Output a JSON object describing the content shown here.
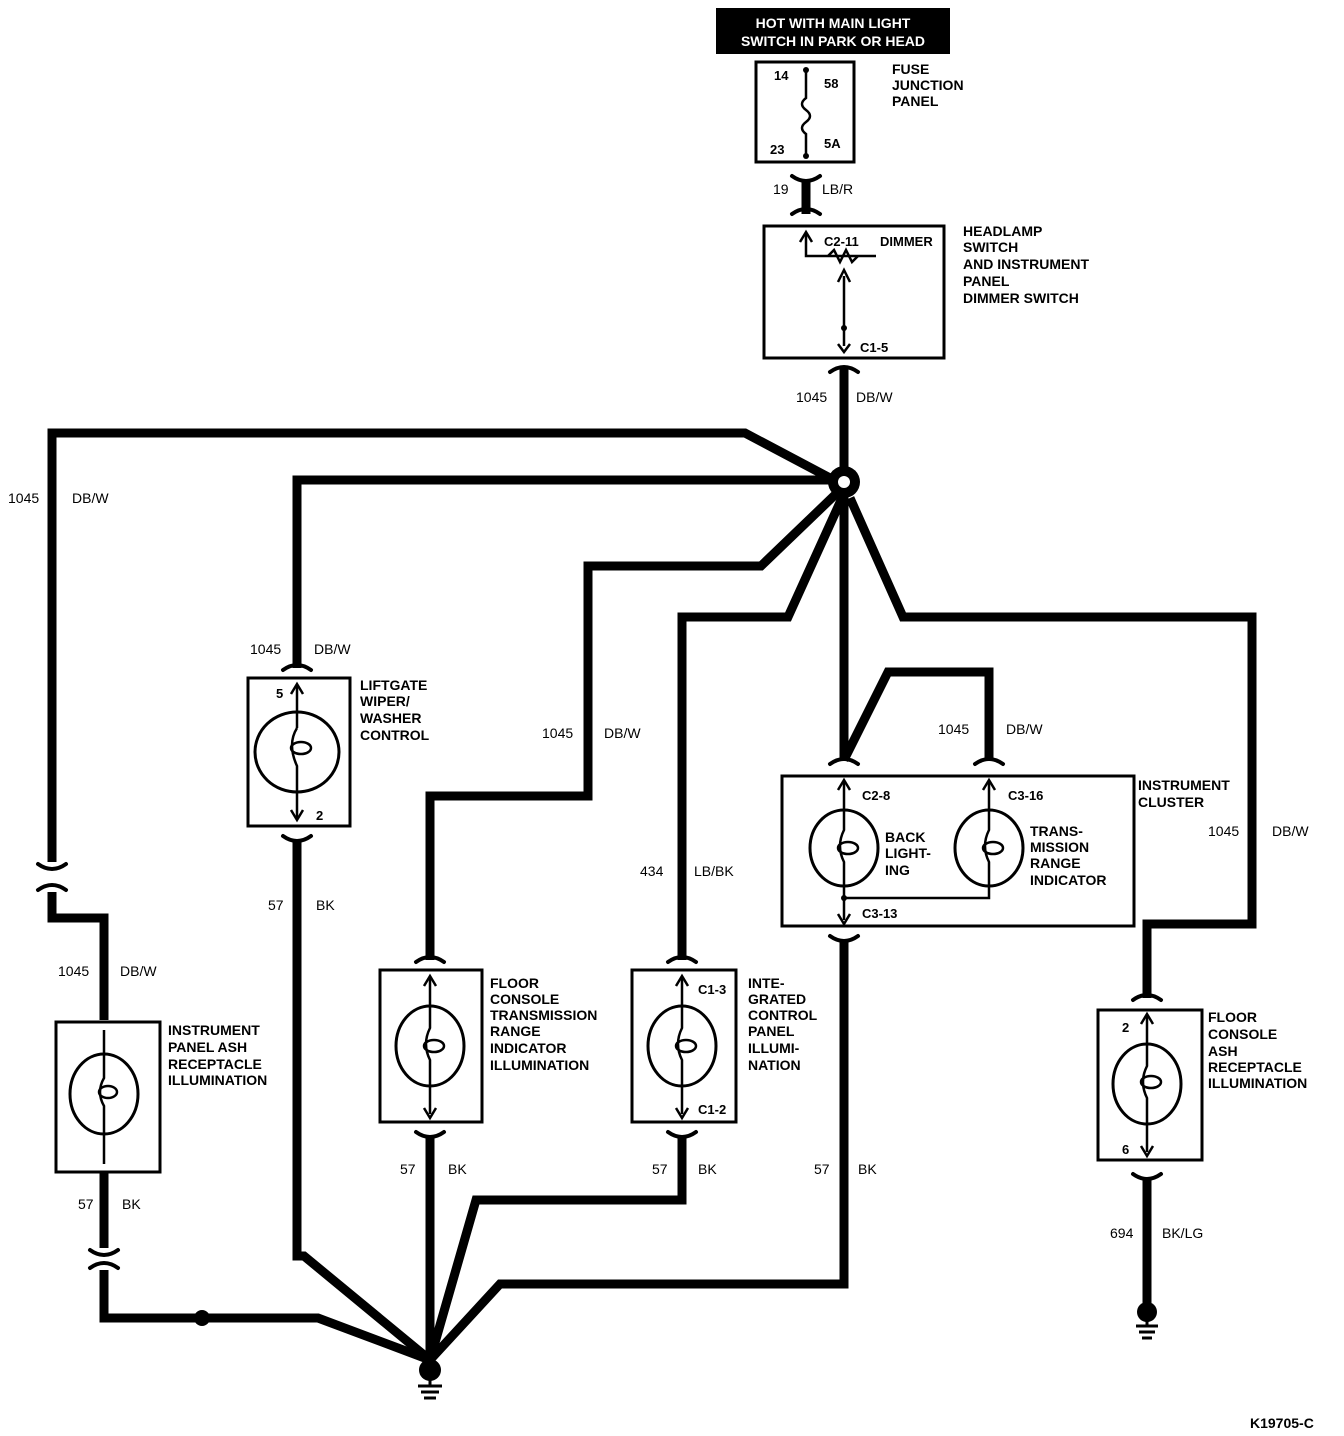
{
  "header": {
    "line1": "HOT WITH MAIN LIGHT",
    "line2": "SWITCH IN PARK OR HEAD"
  },
  "fuse_panel": {
    "label": [
      "FUSE",
      "JUNCTION",
      "PANEL"
    ],
    "pins": {
      "tl": "14",
      "tr": "58",
      "bl": "23",
      "br": "5A"
    }
  },
  "headlamp_switch": {
    "label": [
      "HEADLAMP",
      "SWITCH",
      "AND INSTRUMENT",
      "PANEL",
      "DIMMER SWITCH"
    ],
    "dimmer_pin": "C2-11",
    "dimmer_label": "DIMMER",
    "out_pin": "C1-5"
  },
  "liftgate": {
    "label": [
      "LIFTGATE",
      "WIPER/",
      "WASHER",
      "CONTROL"
    ],
    "pin_top": "5",
    "pin_bottom": "2"
  },
  "ash_ip": {
    "label": [
      "INSTRUMENT",
      "PANEL ASH",
      "RECEPTACLE",
      "ILLUMINATION"
    ]
  },
  "floor_trans": {
    "label": [
      "FLOOR",
      "CONSOLE",
      "TRANSMISSION",
      "RANGE",
      "INDICATOR",
      "ILLUMINATION"
    ]
  },
  "icp": {
    "label": [
      "INTE-",
      "GRATED",
      "CONTROL",
      "PANEL",
      "ILLUMI-",
      "NATION"
    ],
    "pin_top": "C1-3",
    "pin_bottom": "C1-2"
  },
  "cluster": {
    "label": [
      "INSTRUMENT",
      "CLUSTER"
    ],
    "pin_backlight": "C2-8",
    "pin_trans": "C3-16",
    "pin_ground": "C3-13",
    "backlight_label": [
      "BACK",
      "LIGHT-",
      "ING"
    ],
    "trans_label": [
      "TRANS-",
      "MISSION",
      "RANGE",
      "INDICATOR"
    ]
  },
  "floor_ash": {
    "label": [
      "FLOOR",
      "CONSOLE",
      "ASH",
      "RECEPTACLE",
      "ILLUMINATION"
    ],
    "pin_top": "2",
    "pin_bottom": "6"
  },
  "wires": {
    "w19": {
      "num": "19",
      "color": "LB/R"
    },
    "w1045_main": {
      "num": "1045",
      "color": "DB/W"
    },
    "w1045_left": {
      "num": "1045",
      "color": "DB/W"
    },
    "w1045_liftgate": {
      "num": "1045",
      "color": "DB/W"
    },
    "w1045_floor": {
      "num": "1045",
      "color": "DB/W"
    },
    "w1045_cluster": {
      "num": "1045",
      "color": "DB/W"
    },
    "w1045_right": {
      "num": "1045",
      "color": "DB/W"
    },
    "w1045_ash": {
      "num": "1045",
      "color": "DB/W"
    },
    "w434": {
      "num": "434",
      "color": "LB/BK"
    },
    "w57_liftgate": {
      "num": "57",
      "color": "BK"
    },
    "w57_floor": {
      "num": "57",
      "color": "BK"
    },
    "w57_icp": {
      "num": "57",
      "color": "BK"
    },
    "w57_cluster": {
      "num": "57",
      "color": "BK"
    },
    "w57_ash": {
      "num": "57",
      "color": "BK"
    },
    "w694": {
      "num": "694",
      "color": "BK/LG"
    }
  },
  "figure_id": "K19705-C"
}
